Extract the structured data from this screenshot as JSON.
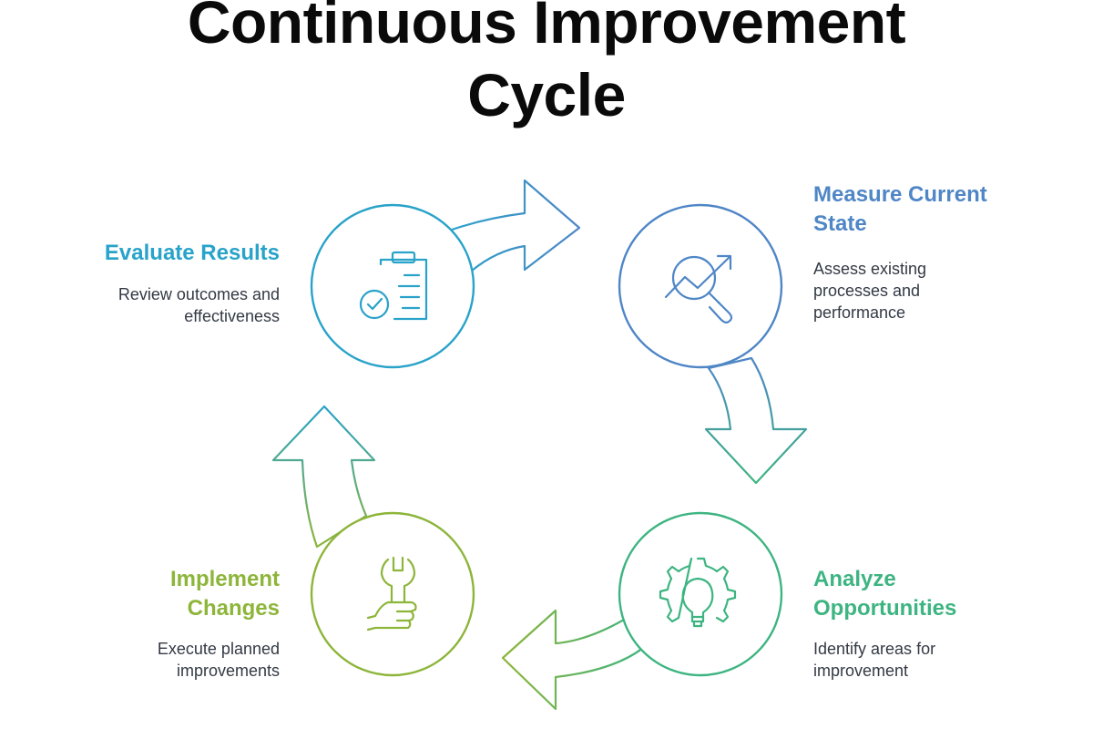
{
  "title": {
    "line1": "Continuous Improvement",
    "line2": "Cycle"
  },
  "steps": [
    {
      "title": "Measure Current State",
      "description": "Assess existing processes and performance",
      "icon": "chart-magnifier-icon",
      "color": "#4F86C6"
    },
    {
      "title": "Analyze Opportunities",
      "description": "Identify areas for improvement",
      "icon": "gear-lightbulb-icon",
      "color": "#3DB481"
    },
    {
      "title": "Implement Changes",
      "description": "Execute planned improvements",
      "icon": "hand-wrench-icon",
      "color": "#8DB53A"
    },
    {
      "title": "Evaluate Results",
      "description": "Review outcomes and effectiveness",
      "icon": "clipboard-check-icon",
      "color": "#29A3C9"
    }
  ]
}
